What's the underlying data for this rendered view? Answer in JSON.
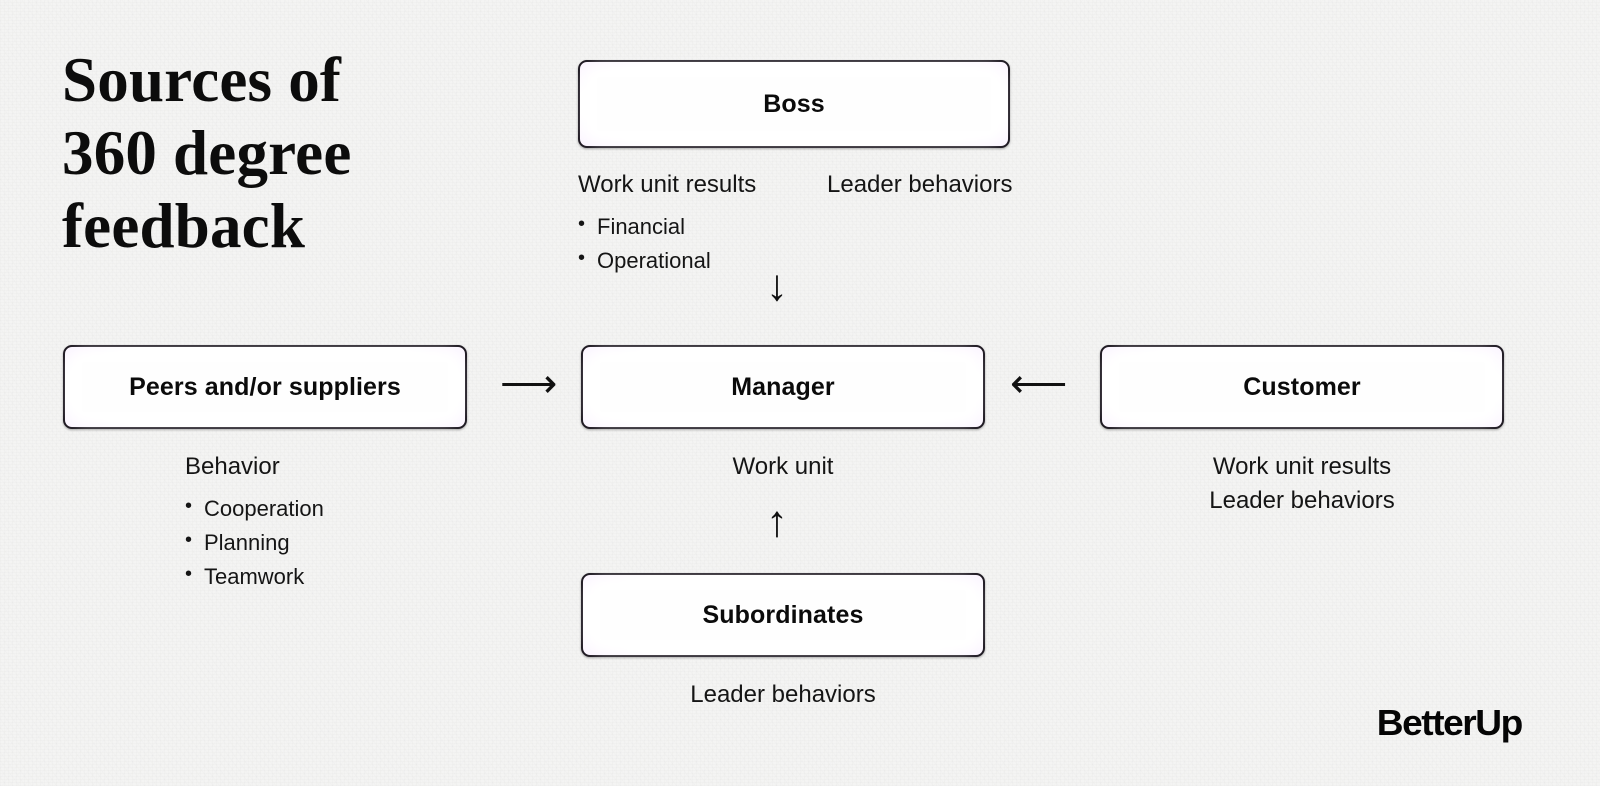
{
  "slide": {
    "title": "Sources of\n360 degree\nfeedback",
    "background_color": "#f4f4f3",
    "accent_color": "#b63ded",
    "text_color": "#111111"
  },
  "nodes": {
    "boss": {
      "label": "Boss"
    },
    "peers": {
      "label": "Peers and/or suppliers"
    },
    "manager": {
      "label": "Manager"
    },
    "customer": {
      "label": "Customer"
    },
    "subordinates": {
      "label": "Subordinates"
    }
  },
  "captions": {
    "boss_results": "Work unit results",
    "boss_behaviors": "Leader behaviors",
    "boss_bullets": [
      "Financial",
      "Operational"
    ],
    "peers_heading": "Behavior",
    "peers_bullets": [
      "Cooperation",
      "Planning",
      "Teamwork"
    ],
    "manager": "Work unit",
    "customer_line1": "Work unit results",
    "customer_line2": "Leader behaviors",
    "subordinates": "Leader behaviors"
  },
  "arrows": {
    "peers_to_manager": "⟶",
    "customer_to_manager": "⟵",
    "boss_to_manager": "↓",
    "subordinates_to_manager": "↑"
  },
  "brand": {
    "logo_text": "BetterUp"
  }
}
